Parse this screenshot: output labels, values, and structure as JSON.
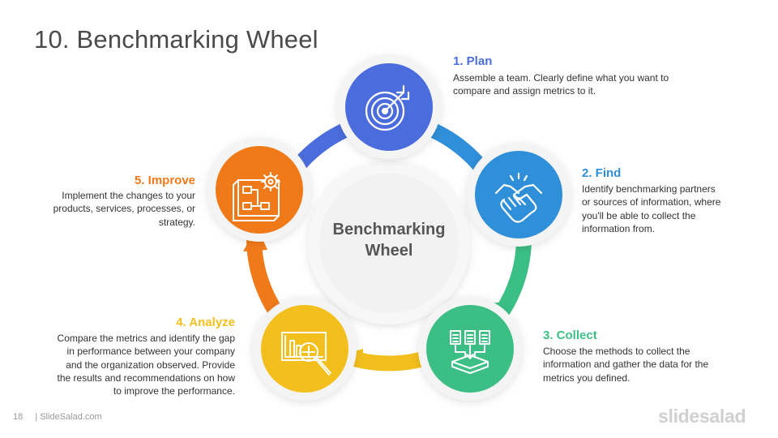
{
  "title": "10. Benchmarking Wheel",
  "center": {
    "line1": "Benchmarking",
    "line2": "Wheel"
  },
  "steps": [
    {
      "title": "1. Plan",
      "icon": "target-icon",
      "color": "#4b6cdc",
      "lines": [
        "Assemble a team. Clearly define what you want to",
        "compare and assign metrics to it."
      ]
    },
    {
      "title": "2. Find",
      "icon": "handshake-icon",
      "color": "#2f8fd8",
      "lines": [
        "Identify benchmarking partners",
        "or sources of information, where",
        "you'll be able to collect the",
        "information from."
      ]
    },
    {
      "title": "3. Collect",
      "icon": "documents-tray-icon",
      "color": "#3bbf85",
      "lines": [
        "Choose the methods to collect the",
        "information and gather the data for the",
        "metrics you defined."
      ]
    },
    {
      "title": "4. Analyze",
      "icon": "chart-magnifier-icon",
      "color": "#f3bf1d",
      "lines": [
        "Compare the metrics and identify the gap",
        "in performance between your company",
        "and the organization observed. Provide",
        "the results and recommendations on how",
        "to improve the performance."
      ]
    },
    {
      "title": "5. Improve",
      "icon": "blueprint-gear-icon",
      "color": "#f07a1a",
      "lines": [
        "Implement the changes to your",
        "products, services, processes, or",
        "strategy."
      ]
    }
  ],
  "footer": {
    "page_number": "18",
    "site": "| SlideSalad.com",
    "brand": "slidesalad"
  }
}
